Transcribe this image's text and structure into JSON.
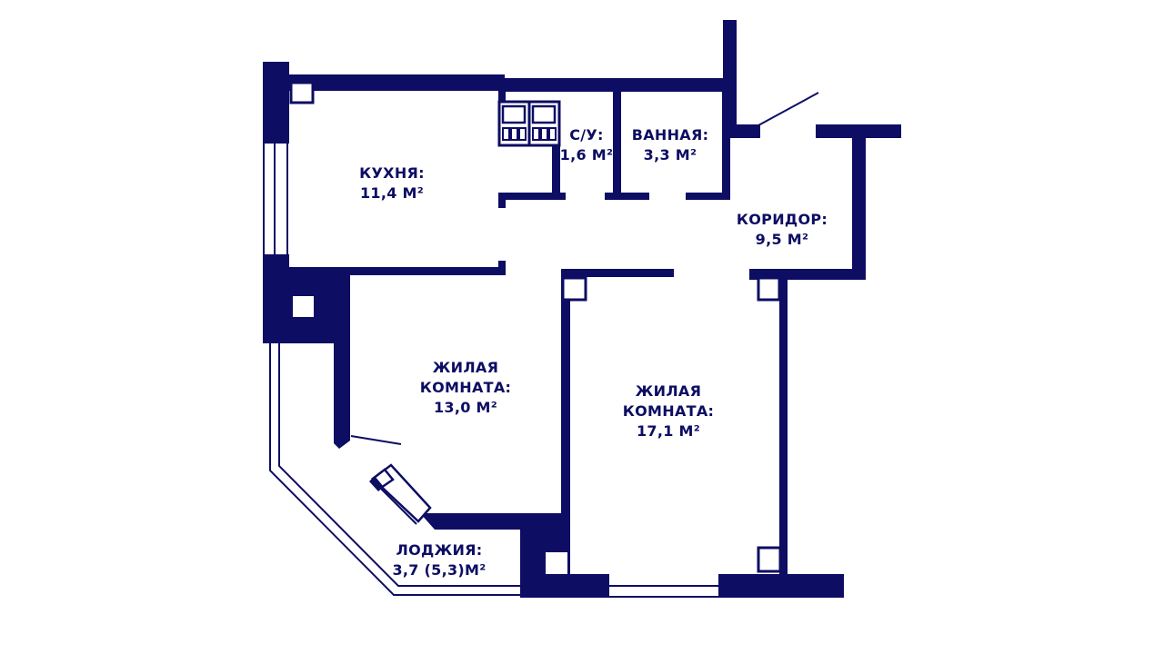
{
  "colors": {
    "wall": "#0d0d63",
    "background": "#ffffff"
  },
  "rooms": {
    "kitchen": {
      "name": "КУХНЯ:",
      "area": "11,4 М²"
    },
    "wc": {
      "name": "С/У:",
      "area": "1,6 М²"
    },
    "bathroom": {
      "name": "ВАННАЯ:",
      "area": "3,3 М²"
    },
    "corridor": {
      "name": "КОРИДОР:",
      "area": "9,5 М²"
    },
    "living1": {
      "name1": "ЖИЛАЯ",
      "name2": "КОМНАТА:",
      "area": "13,0 М²"
    },
    "living2": {
      "name1": "ЖИЛАЯ",
      "name2": "КОМНАТА:",
      "area": "17,1 М²"
    },
    "loggia": {
      "name": "ЛОДЖИЯ:",
      "area": "3,7 (5,3)М²"
    }
  }
}
